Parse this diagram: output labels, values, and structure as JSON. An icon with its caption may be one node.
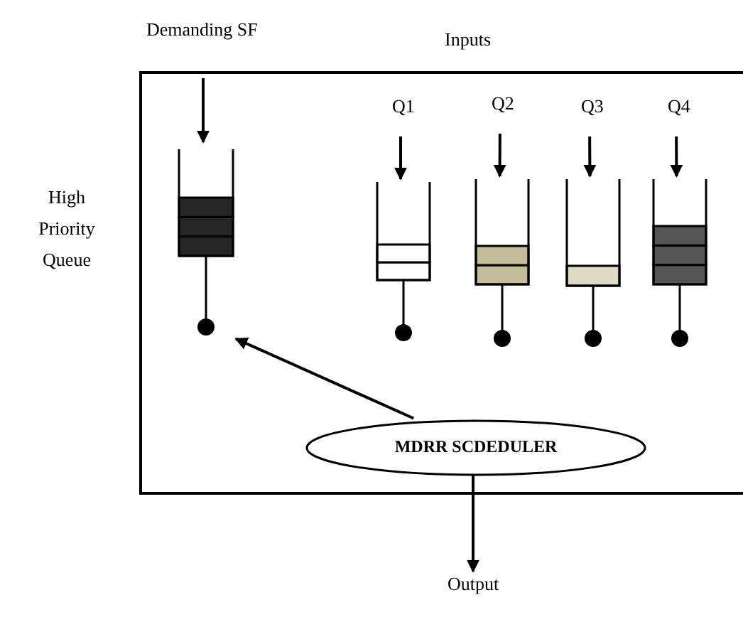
{
  "diagram": {
    "nodes": [
      {
        "text": [],
        "shape": "box"
      },
      {
        "text": [],
        "shape": "queue",
        "in": 0
      },
      {
        "text": [
          "Q1"
        ],
        "in": 0
      },
      {
        "text": [],
        "shape": "queue",
        "in": 0
      },
      {
        "text": [
          "Q2"
        ],
        "in": 0
      },
      {
        "text": [],
        "shape": "queue",
        "in": 0
      },
      {
        "text": [
          "Q3"
        ],
        "in": 0
      },
      {
        "text": [],
        "shape": "queue",
        "in": 0
      },
      {
        "text": [
          "Q4"
        ],
        "in": 0
      },
      {
        "text": [],
        "shape": "queue",
        "in": 0
      },
      {
        "text": [
          "MDRR SCDEDULER"
        ],
        "in": 0
      },
      {
        "text": [
          "Output"
        ]
      }
    ],
    "edges": [
      {
        "from": null,
        "to": 1,
        "arrow": "to"
      },
      {
        "from": 2,
        "to": 3,
        "arrow": "to"
      },
      {
        "from": 4,
        "to": 5,
        "arrow": "to"
      },
      {
        "from": 6,
        "to": 7,
        "arrow": "to"
      },
      {
        "from": 8,
        "to": 9,
        "arrow": "to"
      },
      {
        "from": 10,
        "to": 1,
        "arrow": "to"
      },
      {
        "from": 10,
        "to": 11,
        "arrow": "to"
      }
    ],
    "labels": [
      "Demanding SF",
      "Inputs",
      "High Priority Queue"
    ]
  }
}
